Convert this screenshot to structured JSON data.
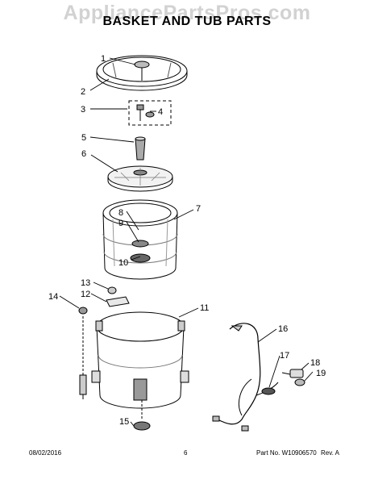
{
  "watermark": "AppliancePartsPros.com",
  "title": "BASKET AND TUB PARTS",
  "callouts": [
    "1",
    "2",
    "3",
    "4",
    "5",
    "6",
    "7",
    "8",
    "9",
    "10",
    "11",
    "12",
    "13",
    "14",
    "15",
    "16",
    "17",
    "18",
    "19"
  ],
  "footer": {
    "date": "08/02/2016",
    "page": "6",
    "part_no": "Part No. W10906570",
    "rev": "Rev. A"
  }
}
